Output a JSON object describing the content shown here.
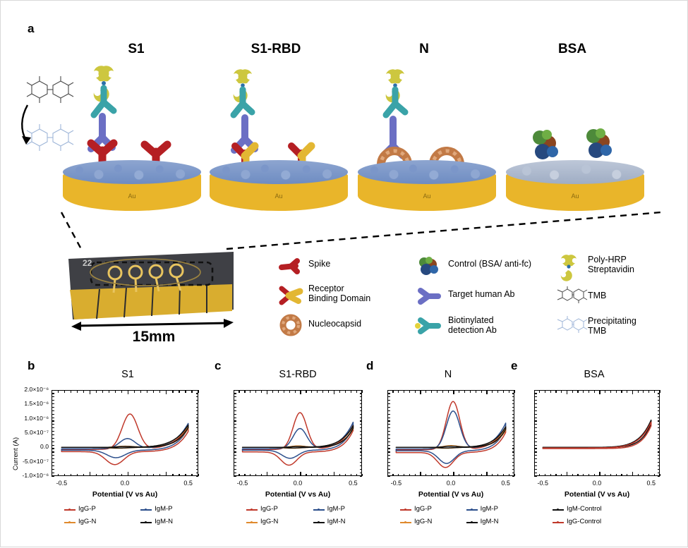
{
  "figure": {
    "panels": [
      {
        "letter": "a"
      },
      {
        "letter": "b"
      },
      {
        "letter": "c"
      },
      {
        "letter": "d"
      },
      {
        "letter": "e"
      }
    ]
  },
  "schematic": {
    "columns": [
      {
        "title": "S1",
        "substrate_label": "Au",
        "has_detection_stack": true,
        "surface": "blue"
      },
      {
        "title": "S1-RBD",
        "substrate_label": "Au",
        "has_detection_stack": true,
        "surface": "blue"
      },
      {
        "title": "N",
        "substrate_label": "Au",
        "has_detection_stack": true,
        "surface": "blue"
      },
      {
        "title": "BSA",
        "substrate_label": "Au",
        "has_detection_stack": false,
        "surface": "grey"
      }
    ],
    "tmb_reaction": {
      "from_icon": "tmb-molecule",
      "to_icon": "precipitating-tmb-molecule",
      "arrow": "curved-arrow"
    }
  },
  "legend": {
    "items": [
      {
        "label": "Spike",
        "icon": "spike-protein-icon",
        "color": "#b51f23"
      },
      {
        "label": "Receptor\nBinding Domain",
        "icon": "rbd-protein-icon",
        "color": "#e3b733"
      },
      {
        "label": "Nucleocapsid",
        "icon": "nucleocapsid-protein-icon",
        "color": "#d98e52"
      },
      {
        "label": "Control (BSA/ anti-fc)",
        "icon": "control-protein-icon",
        "color": "#2f6b3e"
      },
      {
        "label": "Target human Ab",
        "icon": "target-human-ab-icon",
        "color": "#6b6fc4"
      },
      {
        "label": "Biotinylated\ndetection Ab",
        "icon": "biotinylated-detection-ab-icon",
        "color": "#3aa3a8"
      },
      {
        "label": "Poly-HRP\nStreptavidin",
        "icon": "poly-hrp-streptavidin-icon",
        "color": "#cdc73f"
      },
      {
        "label": "TMB",
        "icon": "tmb-icon",
        "color": "#555555"
      },
      {
        "label": "Precipitating\nTMB",
        "icon": "precipitating-tmb-icon",
        "color": "#9fb6d8"
      }
    ]
  },
  "chip": {
    "serial": "22",
    "scale_label": "15mm",
    "electrode_count": 4
  },
  "chart_data": [
    {
      "panel": "b",
      "type": "line",
      "title": "S1",
      "xlabel": "Potential (V vs Au)",
      "ylabel": "Current (A)",
      "xlim": [
        -0.58,
        0.58
      ],
      "ylim": [
        -1e-06,
        2e-06
      ],
      "xticks": [
        -0.5,
        0.0,
        0.5
      ],
      "xticklabels": [
        "-0.5",
        "0.0",
        "0.5"
      ],
      "yticks": [
        2e-06,
        1.5e-06,
        1e-06,
        5e-07,
        0.0,
        -5e-07,
        -1e-06
      ],
      "yticklabels": [
        "2.0×10⁻⁶",
        "1.5×10⁻⁶",
        "1.0×10⁻⁶",
        "5.0×10⁻⁷",
        "0.0",
        "-5.0×10⁻⁷",
        "-1.0×10⁻⁶"
      ],
      "grid": false,
      "legend_position": "below",
      "series": [
        {
          "name": "IgG-P",
          "color": "#c0392b",
          "peak_anodic": 1.23e-06,
          "peak_anodic_v": 0.04,
          "peak_cathodic": -4.5e-07,
          "peak_cathodic_v": -0.08,
          "baseline": -1.5e-07,
          "end_current": 8e-07
        },
        {
          "name": "IgM-P",
          "color": "#2c4f8c",
          "peak_anodic": 3.5e-07,
          "peak_anodic_v": 0.02,
          "peak_cathodic": -2.6e-07,
          "peak_cathodic_v": -0.07,
          "baseline": -1e-07,
          "end_current": 8.8e-07
        },
        {
          "name": "IgG-N",
          "color": "#e08a2e",
          "peak_anodic": 4e-08,
          "peak_anodic_v": 0.0,
          "peak_cathodic": -3e-08,
          "peak_cathodic_v": -0.05,
          "baseline": 0.0,
          "end_current": 7.5e-07
        },
        {
          "name": "IgM-N",
          "color": "#111111",
          "peak_anodic": 3e-08,
          "peak_anodic_v": 0.0,
          "peak_cathodic": -2e-08,
          "peak_cathodic_v": -0.05,
          "baseline": 0.0,
          "end_current": 7.8e-07
        }
      ]
    },
    {
      "panel": "c",
      "type": "line",
      "title": "S1-RBD",
      "xlabel": "Potential (V vs Au)",
      "ylabel": "Current (A)",
      "xlim": [
        -0.58,
        0.58
      ],
      "ylim": [
        -1e-06,
        2e-06
      ],
      "xticks": [
        -0.5,
        0.0,
        0.5
      ],
      "xticklabels": [
        "-0.5",
        "0.0",
        "0.5"
      ],
      "grid": false,
      "legend_position": "below",
      "series": [
        {
          "name": "IgG-P",
          "color": "#c0392b",
          "peak_anodic": 1.28e-06,
          "peak_anodic_v": 0.02,
          "peak_cathodic": -4.6e-07,
          "peak_cathodic_v": -0.08,
          "baseline": -1.6e-07,
          "end_current": 8.5e-07
        },
        {
          "name": "IgM-P",
          "color": "#2c4f8c",
          "peak_anodic": 7e-07,
          "peak_anodic_v": 0.02,
          "peak_cathodic": -2.8e-07,
          "peak_cathodic_v": -0.07,
          "baseline": -1e-07,
          "end_current": 9.2e-07
        },
        {
          "name": "IgG-N",
          "color": "#e08a2e",
          "peak_anodic": 5e-08,
          "peak_anodic_v": 0.0,
          "peak_cathodic": -3e-08,
          "peak_cathodic_v": -0.05,
          "baseline": 0.0,
          "end_current": 7.4e-07
        },
        {
          "name": "IgM-N",
          "color": "#111111",
          "peak_anodic": 3e-08,
          "peak_anodic_v": 0.0,
          "peak_cathodic": -2e-08,
          "peak_cathodic_v": -0.05,
          "baseline": 0.0,
          "end_current": 7.6e-07
        }
      ]
    },
    {
      "panel": "d",
      "type": "line",
      "title": "N",
      "xlabel": "Potential (V vs Au)",
      "ylabel": "Current (A)",
      "xlim": [
        -0.58,
        0.58
      ],
      "ylim": [
        -1e-06,
        2e-06
      ],
      "xticks": [
        -0.5,
        0.0,
        0.5
      ],
      "xticklabels": [
        "-0.5",
        "0.0",
        "0.5"
      ],
      "grid": false,
      "legend_position": "below",
      "series": [
        {
          "name": "IgG-P",
          "color": "#c0392b",
          "peak_anodic": 1.68e-06,
          "peak_anodic_v": 0.02,
          "peak_cathodic": -5.2e-07,
          "peak_cathodic_v": -0.05,
          "baseline": -1.8e-07,
          "end_current": 8e-07
        },
        {
          "name": "IgM-P",
          "color": "#2c4f8c",
          "peak_anodic": 1.32e-06,
          "peak_anodic_v": 0.02,
          "peak_cathodic": -4.4e-07,
          "peak_cathodic_v": -0.04,
          "baseline": -1.2e-07,
          "end_current": 9e-07
        },
        {
          "name": "IgG-N",
          "color": "#e08a2e",
          "peak_anodic": 6e-08,
          "peak_anodic_v": 0.0,
          "peak_cathodic": -3e-08,
          "peak_cathodic_v": -0.05,
          "baseline": 0.0,
          "end_current": 6.8e-07
        },
        {
          "name": "IgM-N",
          "color": "#111111",
          "peak_anodic": 4e-08,
          "peak_anodic_v": 0.0,
          "peak_cathodic": -2e-08,
          "peak_cathodic_v": -0.05,
          "baseline": 0.0,
          "end_current": 7.2e-07
        }
      ]
    },
    {
      "panel": "e",
      "type": "line",
      "title": "BSA",
      "xlabel": "Potential (V vs Au)",
      "ylabel": "Current (A)",
      "xlim": [
        -0.58,
        0.58
      ],
      "ylim": [
        -1e-06,
        2e-06
      ],
      "xticks": [
        -0.5,
        0.0,
        0.5
      ],
      "xticklabels": [
        "-0.5",
        "0.0",
        "0.5"
      ],
      "grid": false,
      "legend_position": "below",
      "series": [
        {
          "name": "IgM-Control",
          "color": "#111111",
          "peak_anodic": 0.0,
          "peak_anodic_v": 0.0,
          "peak_cathodic": 0.0,
          "peak_cathodic_v": 0.0,
          "baseline": 0.0,
          "end_current": 9.5e-07
        },
        {
          "name": "IgG-Control",
          "color": "#c0392b",
          "peak_anodic": 0.0,
          "peak_anodic_v": 0.0,
          "peak_cathodic": 0.0,
          "peak_cathodic_v": 0.0,
          "baseline": -4e-08,
          "end_current": 9e-07
        }
      ]
    }
  ]
}
